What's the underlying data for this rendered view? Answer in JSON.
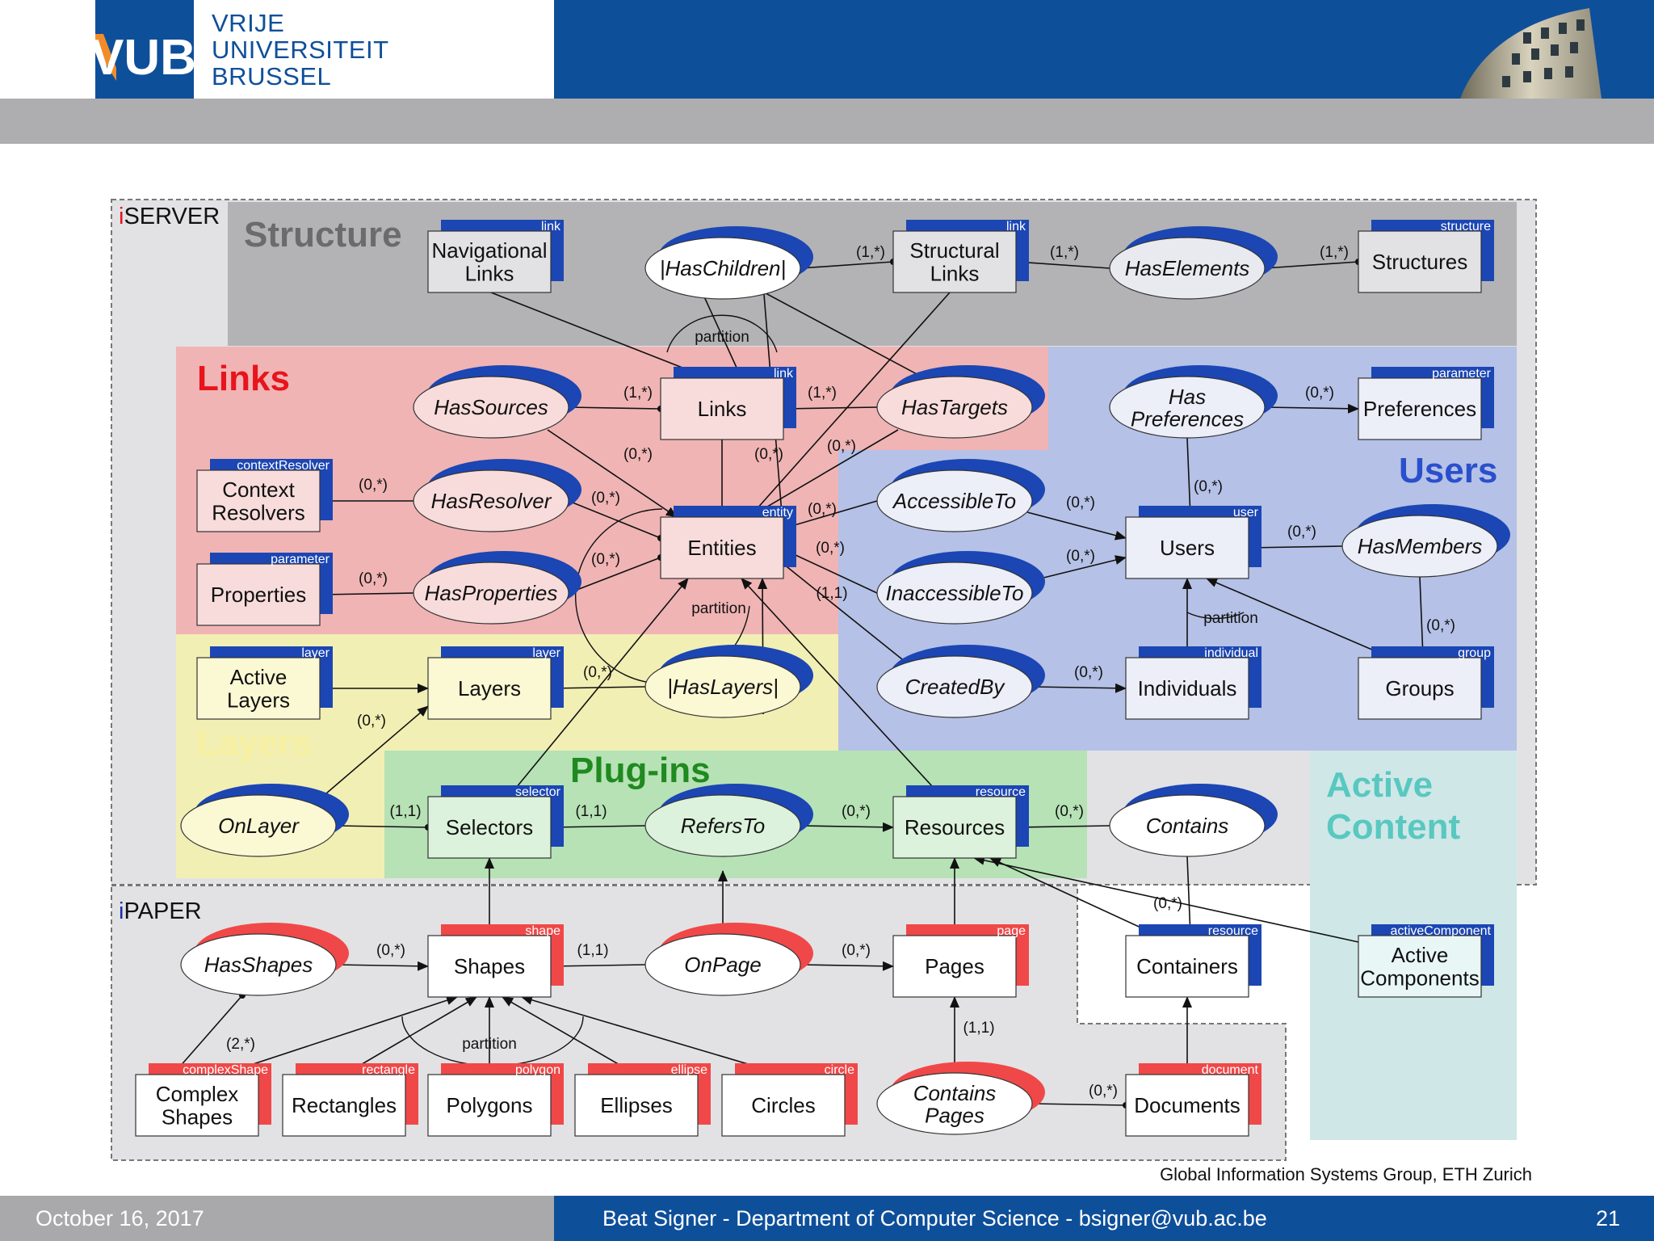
{
  "header": {
    "logo_vub": "VUB",
    "university_lines": [
      "VRIJE",
      "UNIVERSITEIT",
      "BRUSSEL"
    ]
  },
  "diagram": {
    "sections": {
      "iserver_prefix": "i",
      "iserver_label": "SERVER",
      "ipaper_prefix": "i",
      "ipaper_label": "PAPER",
      "structure": "Structure",
      "links": "Links",
      "users": "Users",
      "layers": "Layers",
      "plugins": "Plug-ins",
      "active_content_line1": "Active",
      "active_content_line2": "Content"
    },
    "entities": {
      "navigational_links": {
        "lines": [
          "Navigational",
          "Links"
        ],
        "tag": "link"
      },
      "structural_links": {
        "lines": [
          "Structural",
          "Links"
        ],
        "tag": "link"
      },
      "structures": {
        "lines": [
          "Structures"
        ],
        "tag": "structure"
      },
      "links": {
        "lines": [
          "Links"
        ],
        "tag": "link"
      },
      "preferences": {
        "lines": [
          "Preferences"
        ],
        "tag": "parameter"
      },
      "context_resolvers": {
        "lines": [
          "Context",
          "Resolvers"
        ],
        "tag": "contextResolver"
      },
      "entities": {
        "lines": [
          "Entities"
        ],
        "tag": "entity"
      },
      "users": {
        "lines": [
          "Users"
        ],
        "tag": "user"
      },
      "properties": {
        "lines": [
          "Properties"
        ],
        "tag": "parameter"
      },
      "active_layers": {
        "lines": [
          "Active",
          "Layers"
        ],
        "tag": "layer"
      },
      "layers": {
        "lines": [
          "Layers"
        ],
        "tag": "layer"
      },
      "individuals": {
        "lines": [
          "Individuals"
        ],
        "tag": "individual"
      },
      "groups": {
        "lines": [
          "Groups"
        ],
        "tag": "group"
      },
      "selectors": {
        "lines": [
          "Selectors"
        ],
        "tag": "selector"
      },
      "resources": {
        "lines": [
          "Resources"
        ],
        "tag": "resource"
      },
      "shapes": {
        "lines": [
          "Shapes"
        ],
        "tag": "shape"
      },
      "pages": {
        "lines": [
          "Pages"
        ],
        "tag": "page"
      },
      "containers": {
        "lines": [
          "Containers"
        ],
        "tag": "resource"
      },
      "active_components": {
        "lines": [
          "Active",
          "Components"
        ],
        "tag": "activeComponent"
      },
      "complex_shapes": {
        "lines": [
          "Complex",
          "Shapes"
        ],
        "tag": "complexShape"
      },
      "rectangles": {
        "lines": [
          "Rectangles"
        ],
        "tag": "rectangle"
      },
      "polygons": {
        "lines": [
          "Polygons"
        ],
        "tag": "polygon"
      },
      "ellipses": {
        "lines": [
          "Ellipses"
        ],
        "tag": "ellipse"
      },
      "circles": {
        "lines": [
          "Circles"
        ],
        "tag": "circle"
      },
      "documents": {
        "lines": [
          "Documents"
        ],
        "tag": "document"
      }
    },
    "associations": {
      "has_children": [
        "|HasChildren|"
      ],
      "has_elements": [
        "HasElements"
      ],
      "has_sources": [
        "HasSources"
      ],
      "has_targets": [
        "HasTargets"
      ],
      "has_preferences": [
        "Has",
        "Preferences"
      ],
      "has_resolver": [
        "HasResolver"
      ],
      "accessible_to": [
        "AccessibleTo"
      ],
      "has_members": [
        "HasMembers"
      ],
      "has_properties": [
        "HasProperties"
      ],
      "inaccessible_to": [
        "InaccessibleTo"
      ],
      "has_layers": [
        "|HasLayers|"
      ],
      "created_by": [
        "CreatedBy"
      ],
      "on_layer": [
        "OnLayer"
      ],
      "refers_to": [
        "RefersTo"
      ],
      "contains": [
        "Contains"
      ],
      "has_shapes": [
        "HasShapes"
      ],
      "on_page": [
        "OnPage"
      ],
      "contains_pages": [
        "Contains",
        "Pages"
      ]
    },
    "cardinalities": {
      "hc_sl": "(1,*)",
      "sl_he": "(1,*)",
      "he_st": "(1,*)",
      "hs_links": "(1,*)",
      "links_ht": "(1,*)",
      "hs_ent": "(0,*)",
      "links_ent": "(0,*)",
      "ht_ent": "(0,*)",
      "hp_pref": "(0,*)",
      "hp_users": "(0,*)",
      "hr_cr": "(0,*)",
      "hr_ent": "(0,*)",
      "ent_acc": "(0,*)",
      "acc_users": "(0,*)",
      "hm_users": "(0,*)",
      "ent_inacc": "(0,*)",
      "inacc_users": "(0,*)",
      "hprop_prop": "(0,*)",
      "hprop_ent": "(0,*)",
      "ent_cb": "(1,1)",
      "hl_layers": "(0,*)",
      "hm_groups": "(0,*)",
      "cb_ind": "(0,*)",
      "ol_layers": "(0,*)",
      "ol_sel": "(1,1)",
      "sel_rt": "(1,1)",
      "rt_res": "(0,*)",
      "cont_res": "(0,*)",
      "cont_containers": "(0,*)",
      "hsh_shapes": "(0,*)",
      "shapes_op": "(1,1)",
      "op_pages": "(0,*)",
      "hsh_complex": "(2,*)",
      "cp_pages": "(1,1)",
      "cp_docs": "(0,*)"
    },
    "partition_label": "partition",
    "credit": "Global Information Systems Group, ETH Zurich"
  },
  "footer": {
    "date": "October 16, 2017",
    "author": "Beat Signer - Department of Computer Science - bsigner@vub.ac.be",
    "page_number": "21"
  },
  "colors": {
    "vub_blue": "#0e4f9a",
    "links_region": "#f0b4b4",
    "users_region": "#b5c1e6",
    "layers_region": "#f2efb4",
    "plugins_region": "#b6e2b6",
    "active_content_region": "#cfe7e7",
    "structure_region": "#b3b3b5",
    "iserver_tab": "#1b46b4",
    "ipaper_tab": "#f04848"
  }
}
